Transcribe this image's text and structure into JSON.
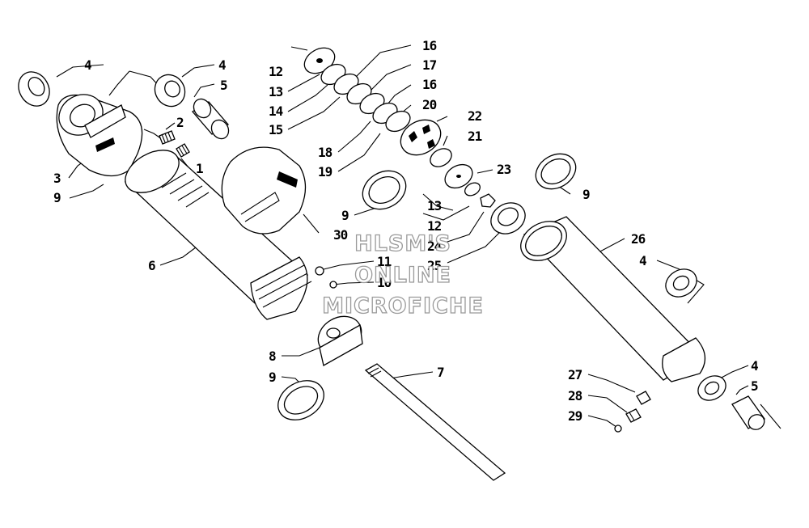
{
  "diagram": {
    "labels": [
      "1",
      "2",
      "3",
      "4",
      "5",
      "6",
      "7",
      "8",
      "9",
      "10",
      "11",
      "12",
      "13",
      "14",
      "15",
      "16",
      "17",
      "18",
      "19",
      "20",
      "21",
      "22",
      "23",
      "24",
      "25",
      "26",
      "27",
      "28",
      "29",
      "30"
    ],
    "watermark": [
      "HLSM'S",
      "ONLINE",
      "MICROFICHE"
    ]
  }
}
